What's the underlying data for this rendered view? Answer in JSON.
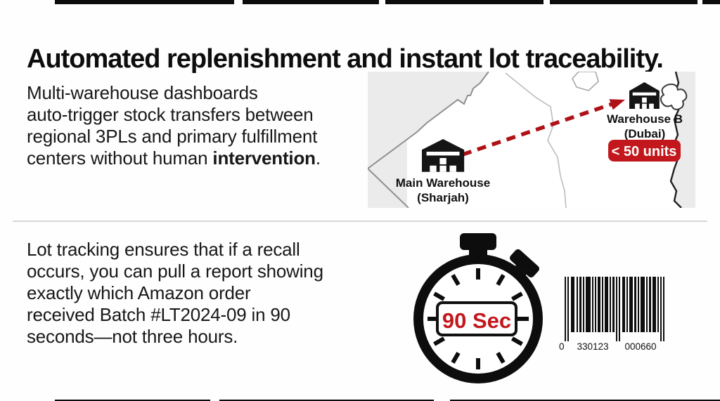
{
  "title": "Automated replenishment and instant lot traceability.",
  "colors": {
    "accent_red": "#c2181d",
    "arrow_red": "#ae1116",
    "map_bg": "#ebebeb"
  },
  "section_replenishment": {
    "lines": [
      "Multi-warehouse dashboards",
      "auto-trigger stock transfers between",
      "regional 3PLs and primary fulfillment"
    ],
    "last_line_pre": "centers without human ",
    "last_line_bold": "intervention",
    "last_line_post": ".",
    "map": {
      "main_warehouse_name": "Main Warehouse",
      "main_warehouse_location": "(Sharjah)",
      "warehouse_b_name": "Warehouse B",
      "warehouse_b_location": "(Dubai)",
      "stock_badge": "< 50 units"
    }
  },
  "section_lot_tracking": {
    "lines": [
      "Lot tracking ensures that if a recall",
      "occurs, you can pull a report showing",
      "exactly which Amazon order",
      "received Batch #LT2024-09 in 90",
      "seconds—not three hours."
    ],
    "stopwatch_label": "90 Sec",
    "barcode": {
      "digit_left": "0",
      "digits_group1": "330123",
      "digits_group2": "000660"
    }
  }
}
